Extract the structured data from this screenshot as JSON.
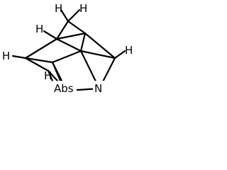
{
  "diagram": {
    "type": "chemical-structure",
    "atom_labels": {
      "h_top_left": "H",
      "h_top_right": "H",
      "h_upper_left": "H",
      "h_right": "H",
      "h_left": "H",
      "h_bottom": "H",
      "n_atom": "N",
      "abs_marker": "Abs"
    },
    "colors": {
      "bond": "#000000",
      "background": "#ffffff"
    }
  }
}
